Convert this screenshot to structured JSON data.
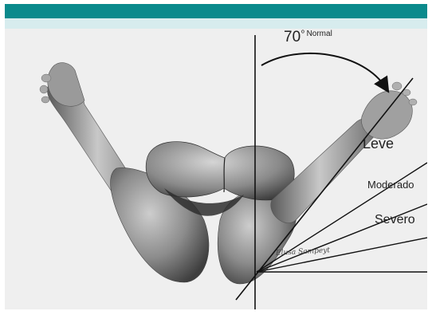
{
  "angle": {
    "value": "70",
    "unit": "º Normal"
  },
  "grades": {
    "mild": "Leve",
    "moderate": "Moderado",
    "severe": "Severo"
  },
  "signature": "Elusa Sampeyt",
  "colors": {
    "header_teal": "#0a8a8c",
    "subheader_light": "#d7ecee",
    "ink": "#1e1e1e"
  }
}
